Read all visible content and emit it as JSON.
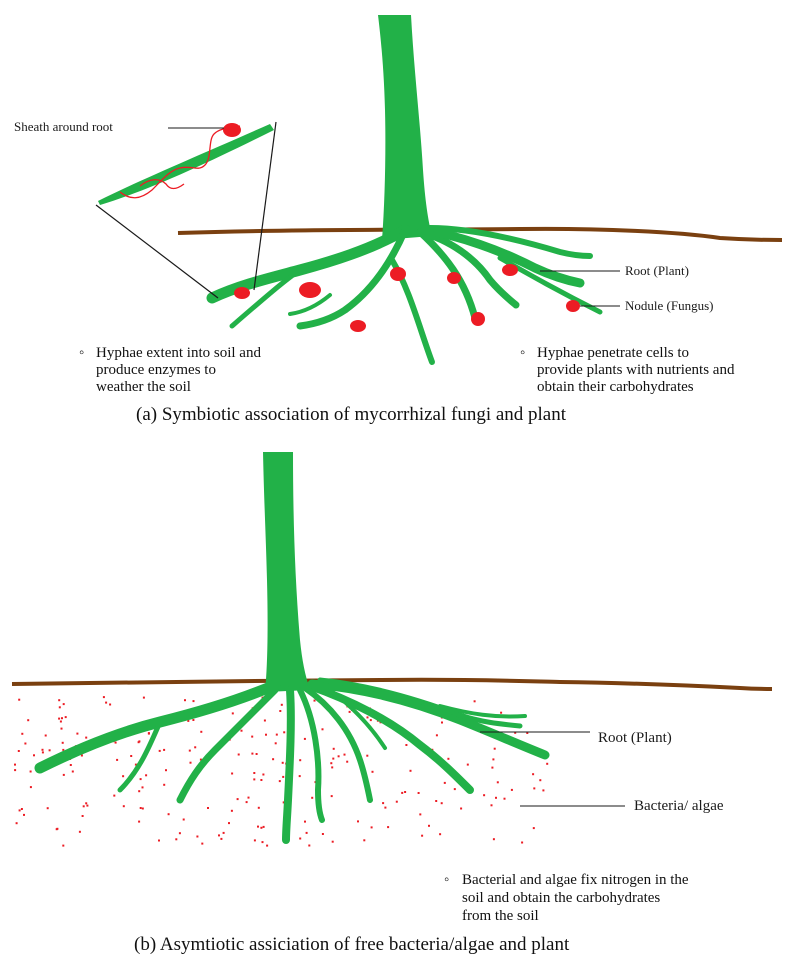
{
  "colors": {
    "plant": "#22b148",
    "soil_line": "#7a4010",
    "nodule": "#ec1c24",
    "leader": "#1a1a1a"
  },
  "diagram_a": {
    "sheath_label": "Sheath around root",
    "root_label": "Root (Plant)",
    "nodule_label": "Nodule (Fungus)",
    "bullet_left": [
      "Hyphae extent into soil and",
      "produce enzymes to",
      "weather the soil"
    ],
    "bullet_right": [
      "Hyphae penetrate cells to",
      "provide plants with nutrients and",
      "obtain their carbohydrates"
    ],
    "caption": "(a) Symbiotic association of mycorrhizal fungi and plant"
  },
  "diagram_b": {
    "root_label": "Root (Plant)",
    "bacteria_label": "Bacteria/ algae",
    "bullet": [
      "Bacterial and algae fix nitrogen in the",
      "soil and obtain the carbohydrates",
      "from the soil"
    ],
    "caption": "(b) Asymtiotic assiciation of free bacteria/algae and plant"
  }
}
